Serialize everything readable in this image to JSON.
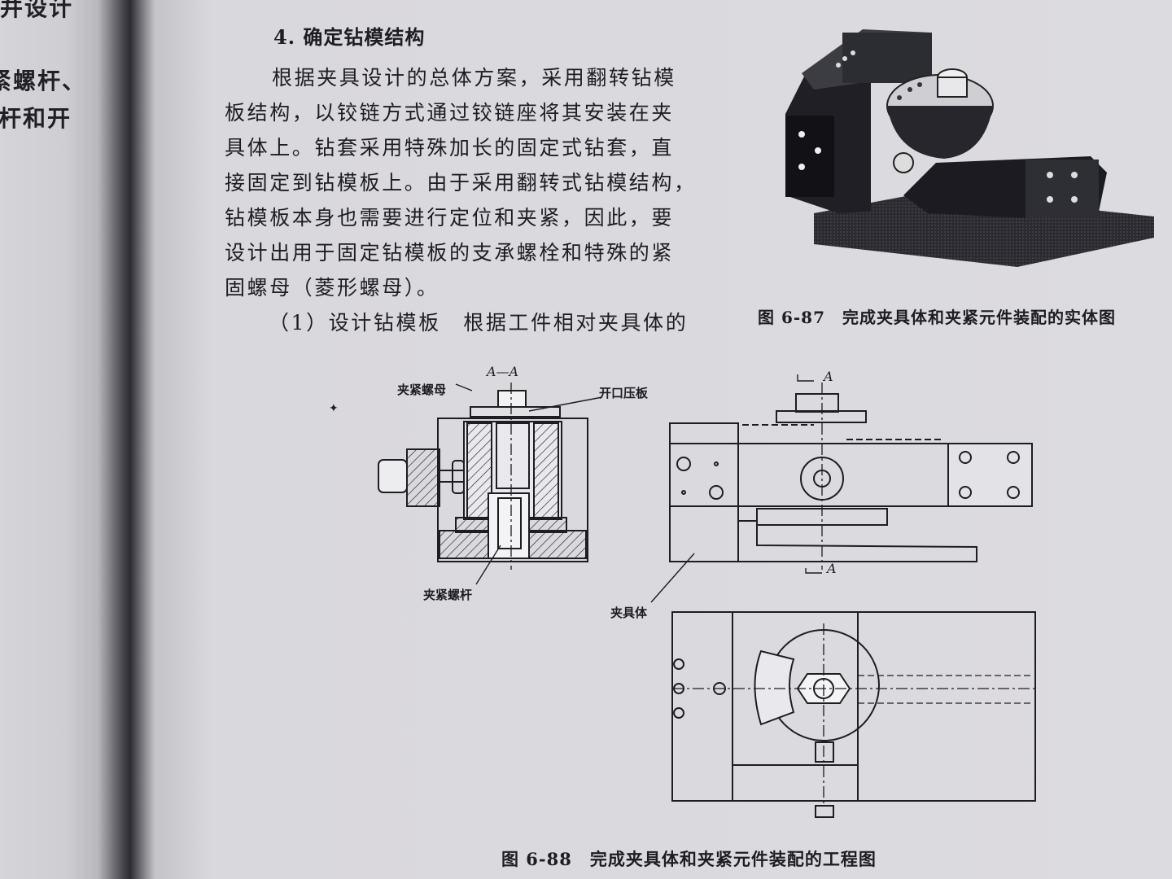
{
  "left_page": {
    "line1": "并设计",
    "line2": "紧螺杆、",
    "line3": "杆和开"
  },
  "section": {
    "heading": "4. 确定钻模结构",
    "paragraph_lines": [
      "根据夹具设计的总体方案，采用翻转钻模",
      "板结构，以铰链方式通过铰链座将其安装在夹",
      "具体上。钻套采用特殊加长的固定式钻套，直",
      "接固定到钻模板上。由于采用翻转式钻模结构，",
      "钻模板本身也需要进行定位和夹紧，因此，要",
      "设计出用于固定钻模板的支承螺栓和特殊的紧",
      "固螺母（菱形螺母）。",
      "（1）设计钻模板　根据工件相对夹具体的"
    ]
  },
  "figures": {
    "fig87_caption": "图 6-87　完成夹具体和夹紧元件装配的实体图",
    "fig88_caption": "图 6-88　完成夹具体和夹紧元件装配的工程图",
    "labels": {
      "section_aa": "A—A",
      "clamp_nut": "夹紧螺母",
      "open_plate": "开口压板",
      "clamp_screw": "夹紧螺杆",
      "fixture_body": "夹具体",
      "section_mark_a": "A"
    }
  }
}
